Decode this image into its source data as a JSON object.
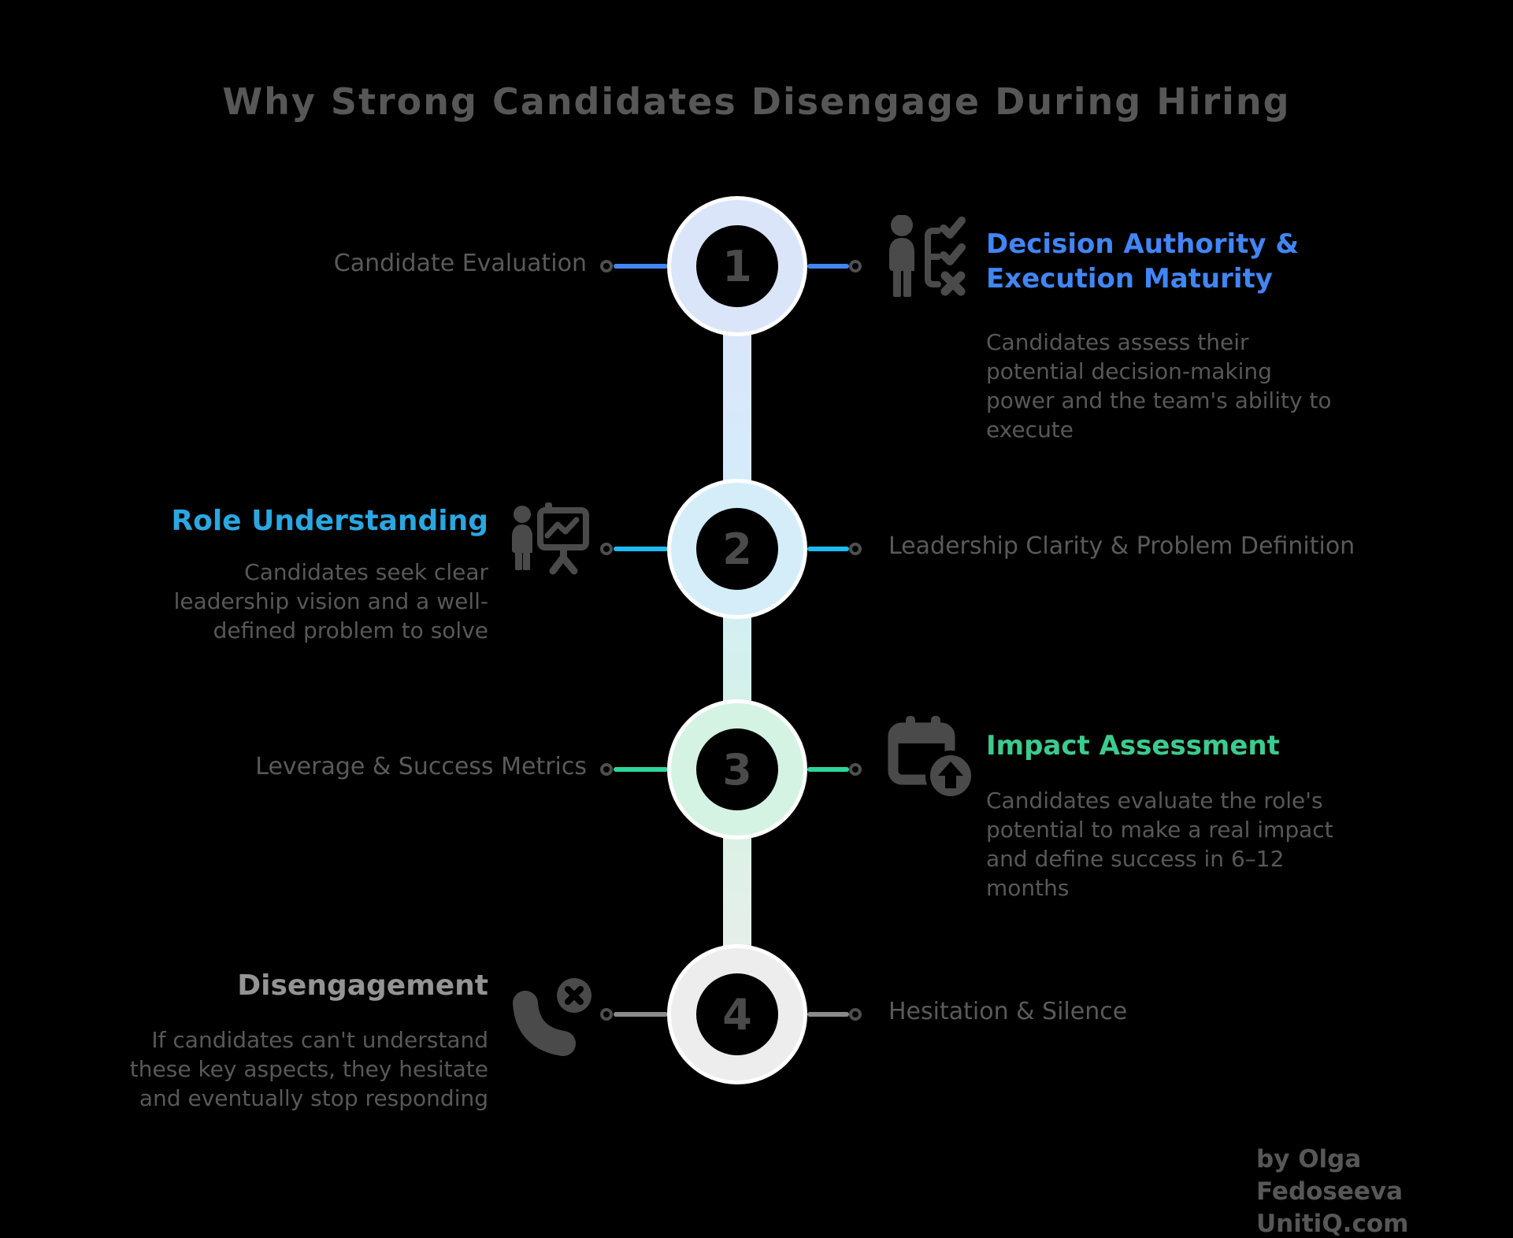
{
  "title": "Why Strong Candidates Disengage During Hiring",
  "steps": [
    {
      "number": "1",
      "left_label": "Candidate Evaluation",
      "icon": "person-checklist-icon",
      "heading": "Decision Authority &\nExecution Maturity",
      "description": "Candidates assess their\npotential decision-making\npower and the team's ability to\nexecute",
      "heading_color": "#4285f4",
      "accent_color": "#4285f4",
      "ring_color": "#dbe5f9"
    },
    {
      "number": "2",
      "heading": "Role Understanding",
      "description": "Candidates seek clear\nleadership vision and a well-\ndefined problem to solve",
      "icon": "presentation-icon",
      "right_label": "Leadership Clarity & Problem Definition",
      "heading_color": "#2aa7e0",
      "accent_color": "#1fb9f3",
      "ring_color": "#d4edf9"
    },
    {
      "number": "3",
      "left_label": "Leverage & Success Metrics",
      "icon": "calendar-upload-icon",
      "heading": "Impact Assessment",
      "description": "Candidates evaluate the role's\npotential to make a real impact\nand define success in 6–12\nmonths",
      "heading_color": "#3ccb8e",
      "accent_color": "#2ed69b",
      "ring_color": "#d4f3e3"
    },
    {
      "number": "4",
      "heading": "Disengagement",
      "description": "If candidates can't understand\nthese key aspects, they hesitate\nand eventually stop responding",
      "icon": "phone-missed-icon",
      "right_label": "Hesitation & Silence",
      "heading_color": "#949494",
      "accent_color": "#8a8a8a",
      "ring_color": "#ededed"
    }
  ],
  "footer": {
    "byline": "by Olga Fedoseeva",
    "site": "UnitiQ.com"
  }
}
